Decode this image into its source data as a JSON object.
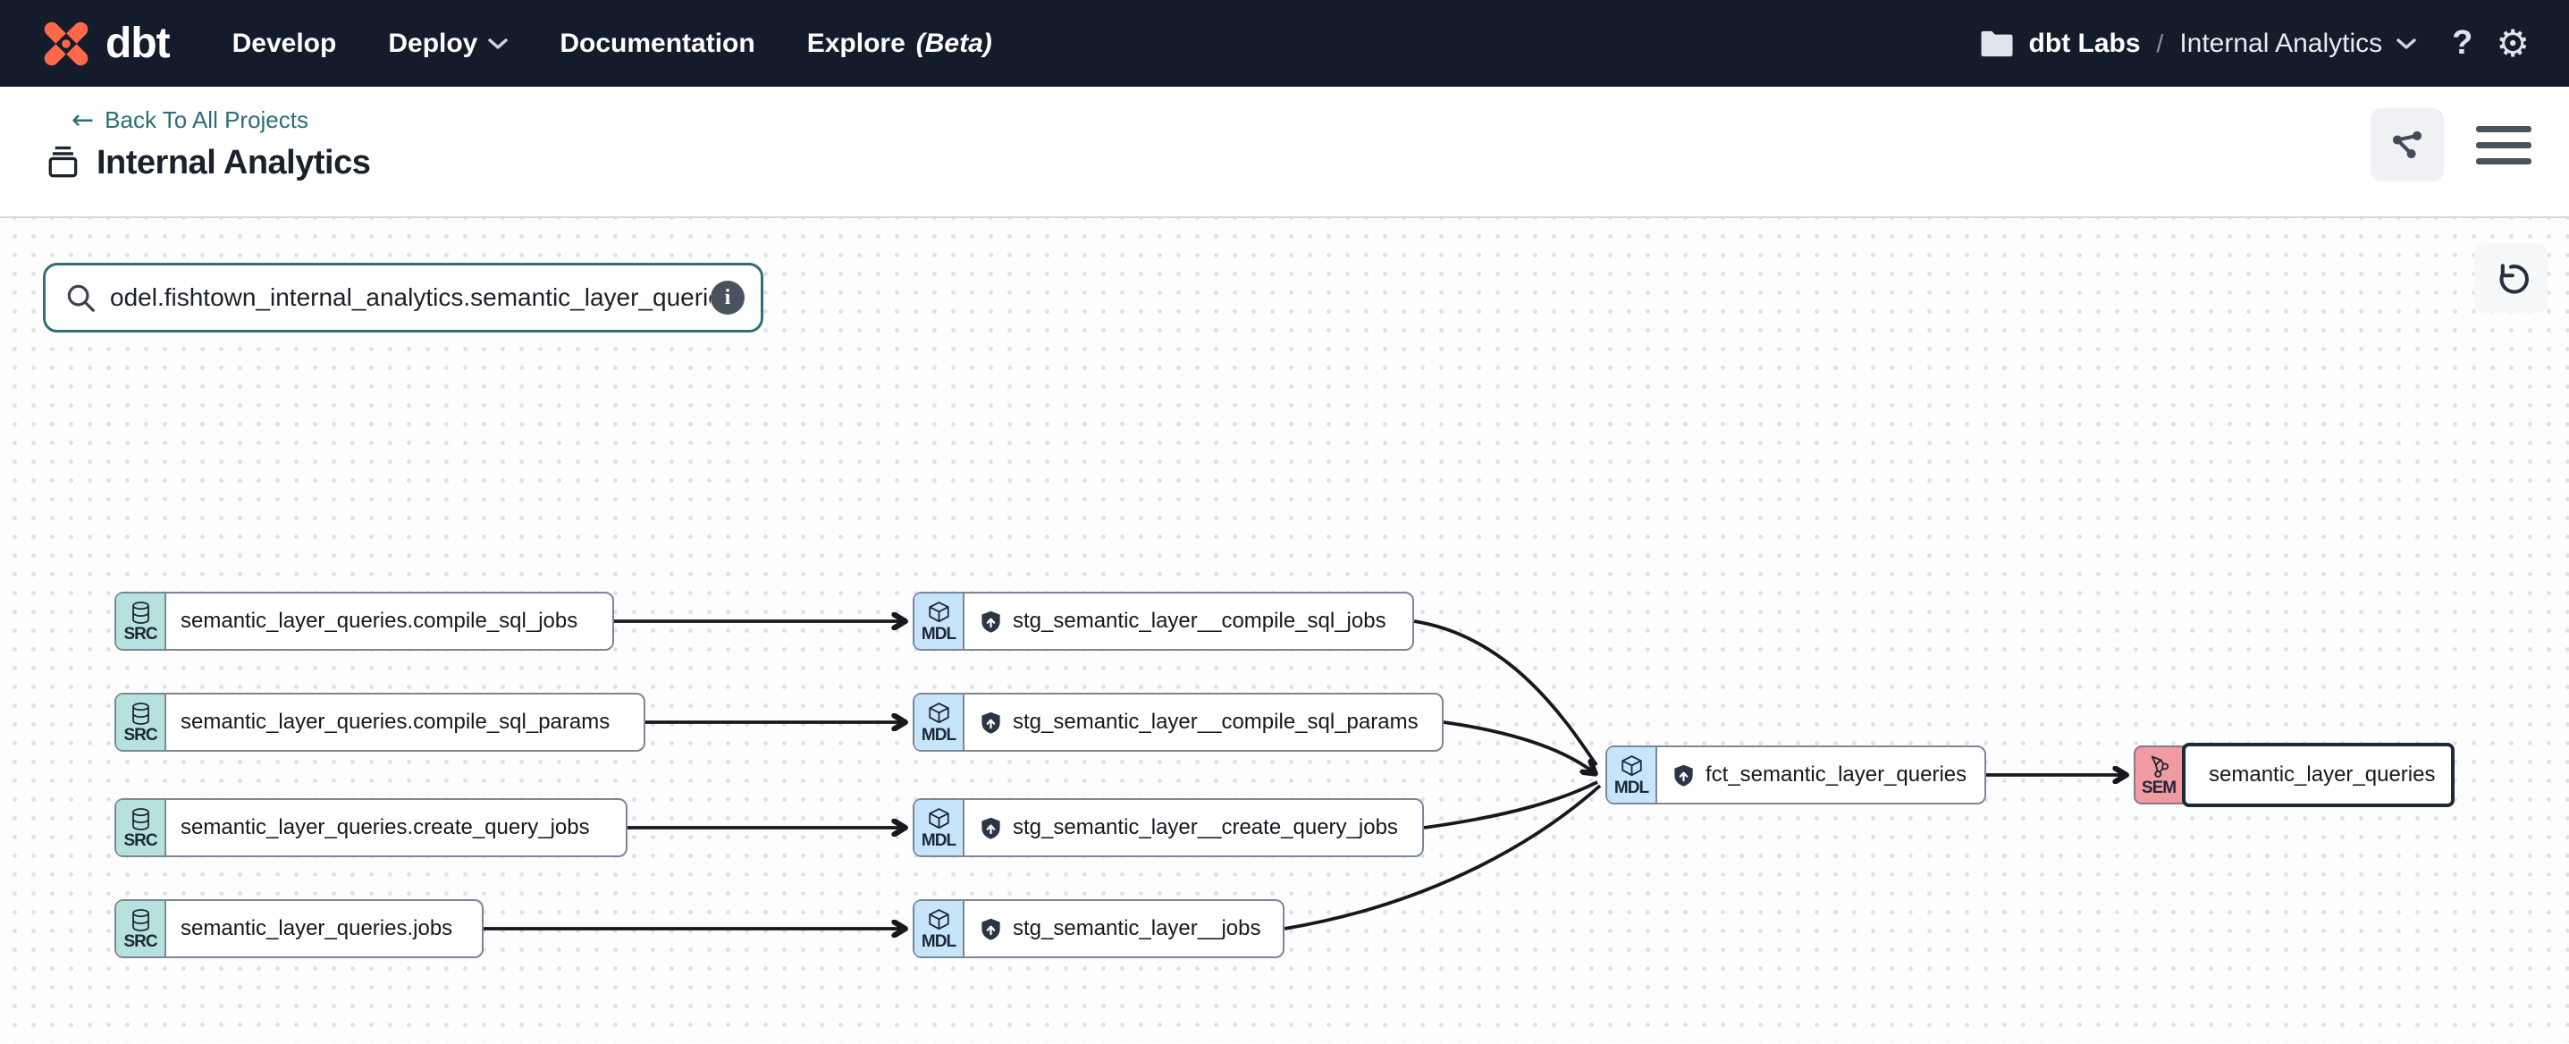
{
  "nav": {
    "logo_text": "dbt",
    "menu": [
      {
        "label": "Develop"
      },
      {
        "label": "Deploy"
      },
      {
        "label": "Documentation"
      },
      {
        "label": "Explore",
        "suffix": "(Beta)"
      }
    ],
    "account_label": "dbt Labs",
    "breadcrumb_separator": "/",
    "project_label": "Internal Analytics",
    "help_label": "?",
    "gear_glyph": "⚙"
  },
  "header": {
    "back_link_label": "Back To All Projects",
    "back_arrow": "←",
    "title": "Internal Analytics"
  },
  "canvas": {
    "search_value": "odel.fishtown_internal_analytics.semantic_layer_queries",
    "info_glyph": "i"
  },
  "graph": {
    "nodes": [
      {
        "type": "source",
        "badge": "SRC",
        "label": "semantic_layer_queries.compile_sql_jobs"
      },
      {
        "type": "source",
        "badge": "SRC",
        "label": "semantic_layer_queries.compile_sql_params"
      },
      {
        "type": "source",
        "badge": "SRC",
        "label": "semantic_layer_queries.create_query_jobs"
      },
      {
        "type": "source",
        "badge": "SRC",
        "label": "semantic_layer_queries.jobs"
      },
      {
        "type": "model",
        "badge": "MDL",
        "label": "stg_semantic_layer__compile_sql_jobs"
      },
      {
        "type": "model",
        "badge": "MDL",
        "label": "stg_semantic_layer__compile_sql_params"
      },
      {
        "type": "model",
        "badge": "MDL",
        "label": "stg_semantic_layer__create_query_jobs"
      },
      {
        "type": "model",
        "badge": "MDL",
        "label": "stg_semantic_layer__jobs"
      },
      {
        "type": "model",
        "badge": "MDL",
        "label": "fct_semantic_layer_queries"
      },
      {
        "type": "semantic",
        "badge": "SEM",
        "label": "semantic_layer_queries"
      }
    ]
  },
  "colors": {
    "nav_bg": "#141b2b",
    "brand_orange": "#ff694a",
    "link_teal": "#2e6d79",
    "src_badge": "#b6e1dd",
    "mdl_badge": "#c7e5fa",
    "sem_badge": "#f09aa2",
    "node_border": "#7b8698",
    "selected_border": "#1f2937",
    "edge": "#15181d"
  }
}
